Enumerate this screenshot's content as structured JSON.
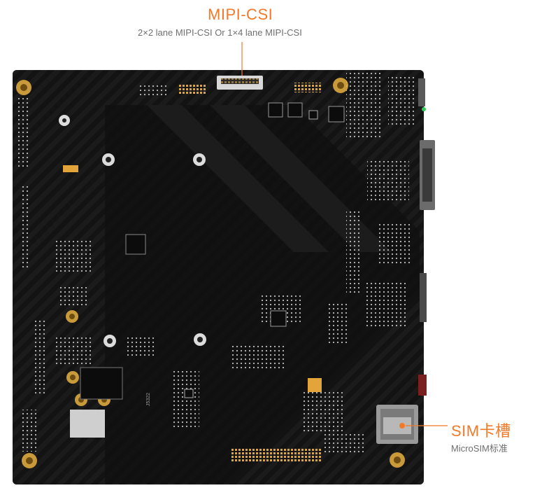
{
  "callouts": {
    "mipi_csi": {
      "title": "MIPI-CSI",
      "subtitle": "2×2 lane MIPI-CSI Or 1×4 lane MIPI-CSI"
    },
    "sim_slot": {
      "title": "SIM卡槽",
      "subtitle": "MicroSIM标准"
    }
  },
  "board_silkscreen": {
    "label_1": "J5322"
  },
  "colors": {
    "accent": "#f07a2a",
    "subtext": "#6f6f6f",
    "pcb": "#141414",
    "mount_hole": "#c89a3a"
  }
}
